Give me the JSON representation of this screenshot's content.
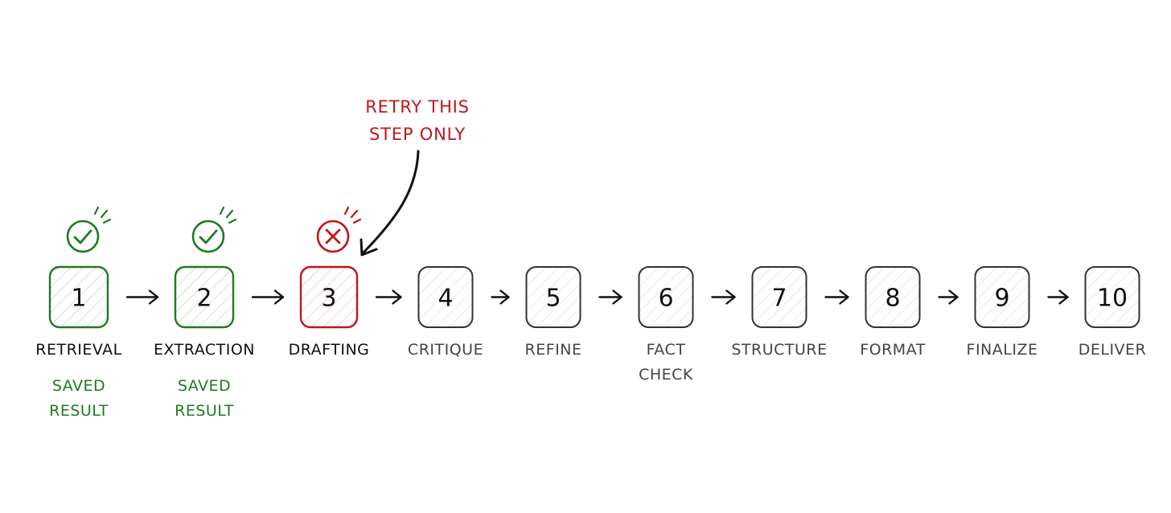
{
  "annotation": {
    "lines": [
      "RETRY THIS",
      "STEP ONLY"
    ],
    "color": "#c0161b"
  },
  "colors": {
    "success": "#1f7a1f",
    "failure": "#c0161b",
    "pending": "#333333",
    "text": "#111111",
    "pending_text": "#444444"
  },
  "steps": [
    {
      "number": "1",
      "label": [
        "RETRIEVAL"
      ],
      "status": "success",
      "status_icon": "check-icon",
      "note": [
        "SAVED",
        "RESULT"
      ]
    },
    {
      "number": "2",
      "label": [
        "EXTRACTION"
      ],
      "status": "success",
      "status_icon": "check-icon",
      "note": [
        "SAVED",
        "RESULT"
      ]
    },
    {
      "number": "3",
      "label": [
        "DRAFTING"
      ],
      "status": "failure",
      "status_icon": "x-circle-icon",
      "note": []
    },
    {
      "number": "4",
      "label": [
        "CRITIQUE"
      ],
      "status": "pending",
      "status_icon": "",
      "note": []
    },
    {
      "number": "5",
      "label": [
        "REFINE"
      ],
      "status": "pending",
      "status_icon": "",
      "note": []
    },
    {
      "number": "6",
      "label": [
        "FACT",
        "CHECK"
      ],
      "status": "pending",
      "status_icon": "",
      "note": []
    },
    {
      "number": "7",
      "label": [
        "STRUCTURE"
      ],
      "status": "pending",
      "status_icon": "",
      "note": []
    },
    {
      "number": "8",
      "label": [
        "FORMAT"
      ],
      "status": "pending",
      "status_icon": "",
      "note": []
    },
    {
      "number": "9",
      "label": [
        "FINALIZE"
      ],
      "status": "pending",
      "status_icon": "",
      "note": []
    },
    {
      "number": "10",
      "label": [
        "DELIVER"
      ],
      "status": "pending",
      "status_icon": "",
      "note": []
    }
  ]
}
